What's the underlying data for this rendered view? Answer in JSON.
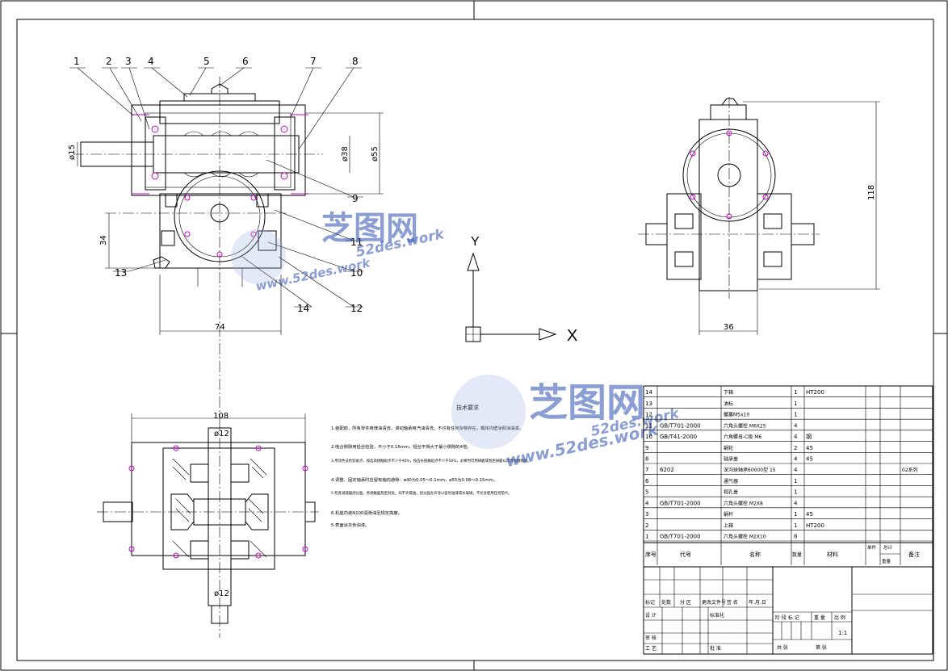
{
  "title_block": {
    "scale": "1:1",
    "weight_label": "重量",
    "scale_label": "比例"
  },
  "dimensions": {
    "front_shaft_dia": "ø15",
    "front_bearing_dia": "ø38",
    "front_height": "ø55",
    "front_base_height": "34",
    "front_width": "74",
    "side_height": "118",
    "side_width": "36",
    "top_width": "108",
    "top_dia_upper": "ø12",
    "top_dia_lower": "ø12"
  },
  "balloons": [
    "1",
    "2",
    "3",
    "4",
    "5",
    "6",
    "7",
    "8",
    "9",
    "10",
    "11",
    "12",
    "13",
    "14"
  ],
  "axes": {
    "x": "X",
    "y": "Y"
  },
  "notes": {
    "heading": "技术要求",
    "lines": [
      "1.装配前，所有零件用煤油清洗，滚动轴承用汽油清洗，不许有任何杂物存在，箱体内壁涂耐油油漆。",
      "2.啮合侧隙用铅丝检验，不小于0.16mm，铅丝不得大于最小侧隙的4倍。",
      "3.用涂色法检验斑点，按齿高接触斑点不少于40%，按齿长接触斑点不少于50%，必要时可用研磨或刮后研磨以改善接触情况。",
      "4.调整、固定轴承时应留有轴向游隙：ø40为0.05～0.1mm，ø55为0.08～0.15mm。",
      "5.检查减速器剖分面，各接触面及密封处，均不许漏油，剖分面允许涂以密封油漆或水玻璃，不允许使用任何垫片。",
      "6.机座内装N100润滑油至规定高度。",
      "5.表面涂灰色油漆。"
    ]
  },
  "parts_table": {
    "header": {
      "no": "序号",
      "code": "代号",
      "name": "名称",
      "qty": "数量",
      "material": "材料",
      "single": "单件",
      "total": "总计",
      "weight": "重量",
      "remark": "备注"
    },
    "rows": [
      {
        "no": "14",
        "code": "",
        "name": "下箱",
        "qty": "1",
        "material": "HT200",
        "remark": ""
      },
      {
        "no": "13",
        "code": "",
        "name": "油标",
        "qty": "1",
        "material": "",
        "remark": ""
      },
      {
        "no": "12",
        "code": "",
        "name": "螺塞M5x10",
        "qty": "1",
        "material": "",
        "remark": ""
      },
      {
        "no": "11",
        "code": "GB/T701-2000",
        "name": "六角头螺栓 M6X25",
        "qty": "4",
        "material": "",
        "remark": ""
      },
      {
        "no": "10",
        "code": "GB/T41-2000",
        "name": "六角螺母-C级 M6",
        "qty": "4",
        "material": "钢",
        "remark": ""
      },
      {
        "no": "9",
        "code": "",
        "name": "蜗轮",
        "qty": "2",
        "material": "45",
        "remark": ""
      },
      {
        "no": "8",
        "code": "",
        "name": "轴承盖",
        "qty": "4",
        "material": "45",
        "remark": ""
      },
      {
        "no": "7",
        "code": "6202",
        "name": "深沟球轴承60000型 15",
        "qty": "4",
        "material": "",
        "remark": "02系列"
      },
      {
        "no": "6",
        "code": "",
        "name": "通气器",
        "qty": "1",
        "material": "",
        "remark": ""
      },
      {
        "no": "5",
        "code": "",
        "name": "视孔盖",
        "qty": "1",
        "material": "",
        "remark": ""
      },
      {
        "no": "4",
        "code": "GB/T701-2000",
        "name": "六角头螺栓 M2X8",
        "qty": "4",
        "material": "",
        "remark": ""
      },
      {
        "no": "3",
        "code": "",
        "name": "蜗杆",
        "qty": "1",
        "material": "45",
        "remark": ""
      },
      {
        "no": "2",
        "code": "",
        "name": "上箱",
        "qty": "1",
        "material": "HT200",
        "remark": ""
      },
      {
        "no": "1",
        "code": "GB/T701-2000",
        "name": "六角头螺栓 M2X10",
        "qty": "8",
        "material": "",
        "remark": ""
      }
    ]
  },
  "signoff": {
    "row1": [
      "标记",
      "处数",
      "分 区",
      "更改文件号",
      "签 名",
      "年.月.日"
    ],
    "design": "设 计",
    "standard": "标准化",
    "review": "审 核",
    "process": "工 艺",
    "approve": "批 准",
    "stage_label": "阶 段 标 记",
    "weight_label": "重 量",
    "scale_label": "比 例",
    "scale_value": "1:1",
    "sheets_total": "共   张",
    "sheet_no": "第   张"
  },
  "watermark": {
    "brand": "芝图网",
    "url1": "52des.work",
    "url2": "www.52des.work",
    "brand2": "芝图网",
    "url3": "52des.work",
    "url4": "www.52des.work"
  }
}
